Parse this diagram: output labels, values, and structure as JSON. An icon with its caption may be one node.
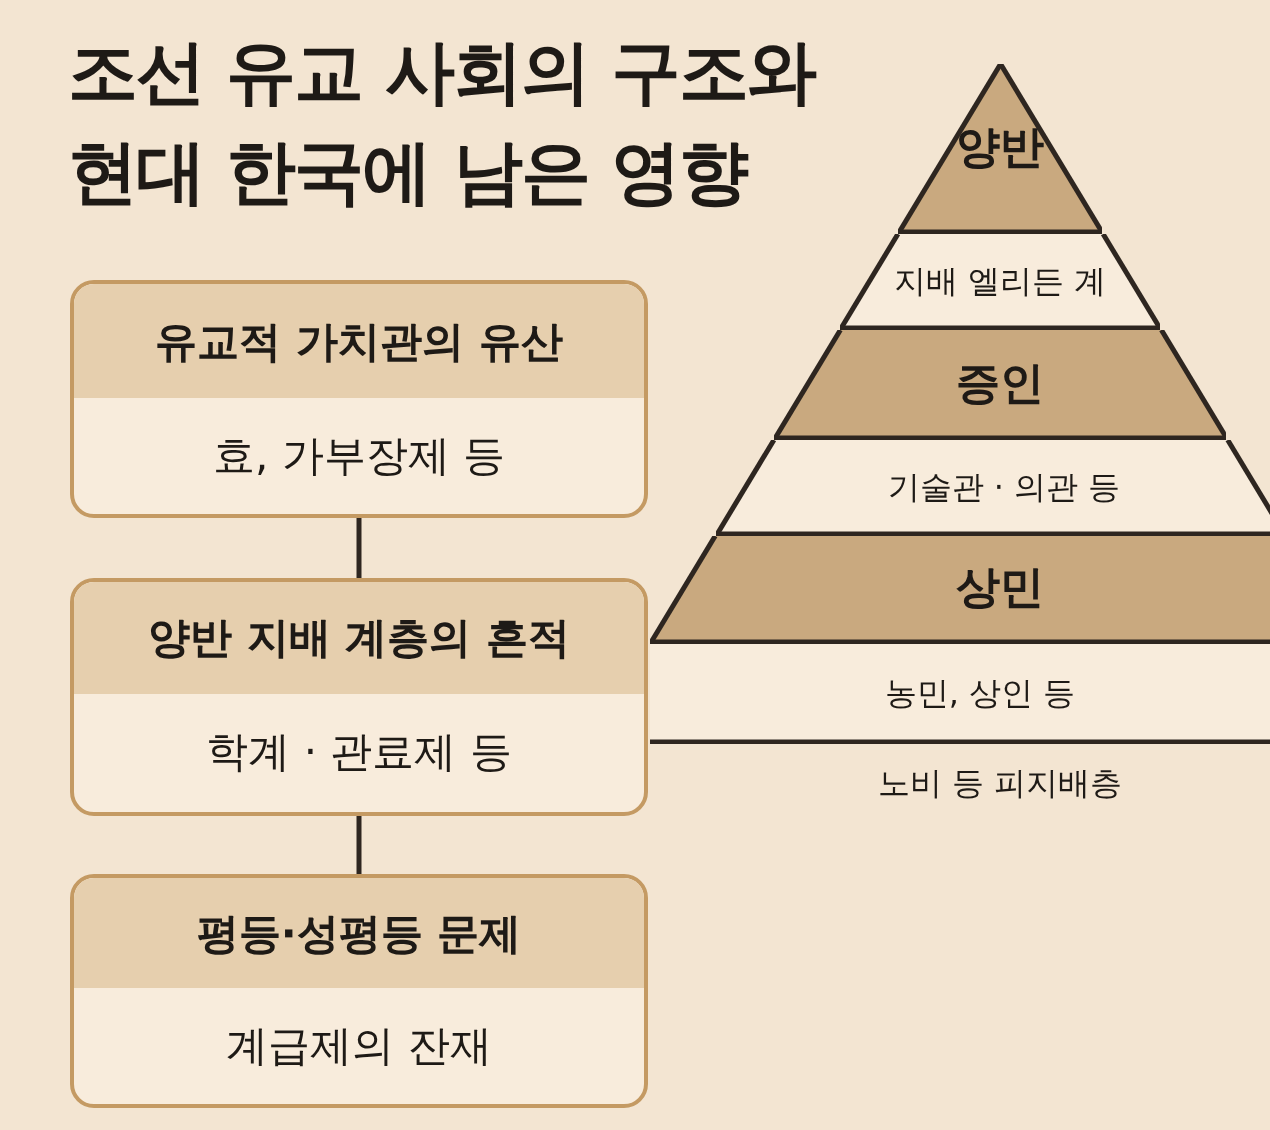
{
  "diagram": {
    "title": "조선 유교 사회의 구조와 현대 한국에 남은 영향",
    "nodes": [
      {
        "text": [
          "유교적 가치관의 유산",
          "효, 가부장제 등"
        ]
      },
      {
        "text": [
          "양반 지배 계층의 흔적",
          "학계 · 관료제 등"
        ]
      },
      {
        "text": [
          "평등·성평등 문제",
          "계급제의 잔재"
        ]
      },
      {
        "text": [
          "양반"
        ]
      },
      {
        "text": [
          "지배 엘리든 계"
        ]
      },
      {
        "text": [
          "증인"
        ]
      },
      {
        "text": [
          "기술관 · 의관 등"
        ]
      },
      {
        "text": [
          "상민"
        ]
      },
      {
        "text": [
          "농민, 상인 등"
        ]
      }
    ],
    "edges": [
      {
        "from": 0,
        "to": 1,
        "arrow": "none"
      },
      {
        "from": 1,
        "to": 2,
        "arrow": "none"
      }
    ],
    "labels": [
      "노비 등 피지배층"
    ]
  }
}
